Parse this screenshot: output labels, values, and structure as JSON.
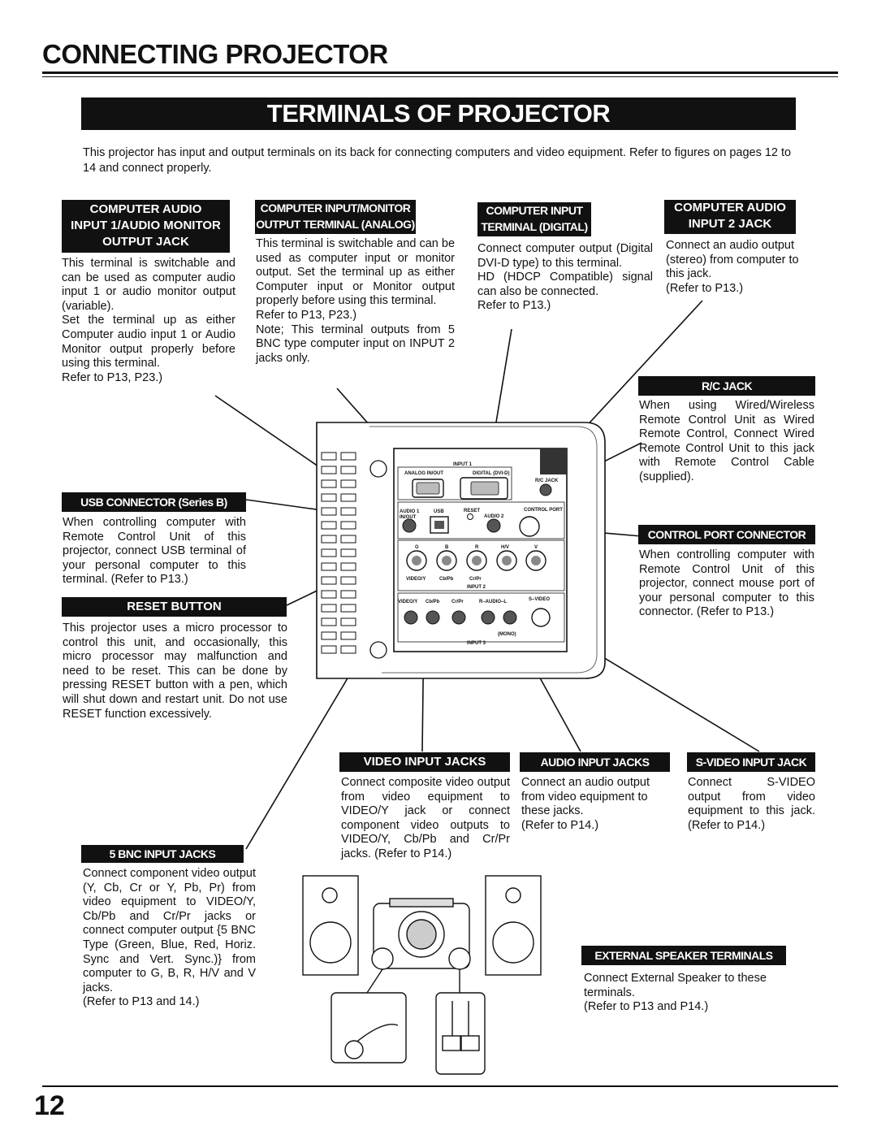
{
  "page": {
    "title": "CONNECTING PROJECTOR",
    "section_title": "TERMINALS OF PROJECTOR",
    "intro": "This projector has input and output terminals on its back for connecting computers and video equipment.  Refer to figures on pages 12 to 14 and connect properly.",
    "page_number": "12"
  },
  "callouts": {
    "computer_audio_in1": {
      "heading_lines": [
        "COMPUTER AUDIO",
        "INPUT 1/AUDIO MONITOR",
        "OUTPUT JACK"
      ],
      "text": "This terminal is switchable and can be used as computer audio input 1 or audio monitor output (variable).\nSet the terminal up as either Computer audio input 1 or Audio Monitor output properly before using this terminal.\nRefer to P13, P23.)"
    },
    "computer_input_analog": {
      "heading_lines": [
        "COMPUTER INPUT/MONITOR",
        "OUTPUT TERMINAL  (ANALOG)"
      ],
      "text": "This terminal is switchable and can be used as computer input or monitor output. Set the terminal up as either Computer input or Monitor output properly before using this terminal.\nRefer to P13, P23.)\nNote; This terminal outputs from 5 BNC type computer input on INPUT 2 jacks only."
    },
    "computer_input_digital": {
      "heading_lines": [
        "COMPUTER INPUT",
        "TERMINAL  (DIGITAL)"
      ],
      "text": "Connect computer output (Digital DVI-D type) to this terminal.\nHD (HDCP Compatible) signal can also be connected.\nRefer to P13.)"
    },
    "computer_audio_in2": {
      "heading_lines": [
        "COMPUTER AUDIO",
        "INPUT  2 JACK"
      ],
      "text": "Connect an audio output (stereo) from computer to this jack.\n(Refer to P13.)"
    },
    "rc_jack": {
      "heading": "R/C JACK",
      "text": "When using Wired/Wireless Remote Control Unit as Wired Remote Control, Connect Wired Remote Control Unit to this jack with Remote Control Cable (supplied)."
    },
    "usb": {
      "heading": "USB CONNECTOR (Series B)",
      "text": "When controlling computer with Remote Control Unit of this projector, connect USB terminal of your personal computer to this terminal.  (Refer to P13.)"
    },
    "control_port": {
      "heading": "CONTROL PORT CONNECTOR",
      "text": "When controlling computer with Remote Control Unit of this projector, connect mouse port of your personal computer to this connector.  (Refer to P13.)"
    },
    "reset": {
      "heading": "RESET BUTTON",
      "text": "This projector uses a micro processor to control this unit, and occasionally, this micro processor may malfunction and need to be reset.  This can be done by pressing RESET button with a pen, which will shut down and restart unit.  Do not use RESET function excessively."
    },
    "video_input": {
      "heading": "VIDEO INPUT JACKS",
      "text": "Connect composite video output from video equipment to VIDEO/Y jack or connect component video outputs to VIDEO/Y, Cb/Pb and Cr/Pr jacks.  (Refer to P14.)"
    },
    "audio_input": {
      "heading": "AUDIO INPUT JACKS",
      "text": "Connect an audio output from video equipment to these jacks.\n(Refer to P14.)"
    },
    "svideo": {
      "heading": "S-VIDEO INPUT JACK",
      "text": "Connect S-VIDEO output from video equipment to this jack.  (Refer to P14.)"
    },
    "bnc": {
      "heading": "5 BNC INPUT JACKS",
      "text": "Connect component video output (Y, Cb, Cr or Y, Pb, Pr) from video equipment to VIDEO/Y, Cb/Pb and Cr/Pr jacks or connect computer output {5 BNC Type (Green, Blue, Red, Horiz. Sync and Vert. Sync.)} from computer to G, B, R, H/V and V jacks.\n(Refer to P13 and 14.)"
    },
    "speaker": {
      "heading": "EXTERNAL SPEAKER TERMINALS",
      "text": "Connect External Speaker to these terminals.\n(Refer to P13 and P14.)"
    }
  },
  "panel_labels": {
    "input1": "INPUT 1",
    "analog": "ANALOG IN/OUT",
    "digital": "DIGITAL (DVI-D)",
    "rc": "R/C JACK",
    "audio1": "AUDIO 1",
    "inout": "IN/OUT",
    "usb": "USB",
    "reset": "RESET",
    "audio2": "AUDIO 2",
    "control_port": "CONTROL PORT",
    "g": "G",
    "b": "B",
    "r": "R",
    "hv": "H/V",
    "v": "V",
    "video_y": "VIDEO/Y",
    "cb": "Cb/Pb",
    "cr": "Cr/Pr",
    "input2": "INPUT 2",
    "row3_video": "VIDEO/Y",
    "row3_cb": "Cb/Pb",
    "row3_cr": "Cr/Pr",
    "row3_audio": "R–AUDIO–L",
    "svideo": "S–VIDEO",
    "mono": "(MONO)",
    "input3": "INPUT 3"
  }
}
